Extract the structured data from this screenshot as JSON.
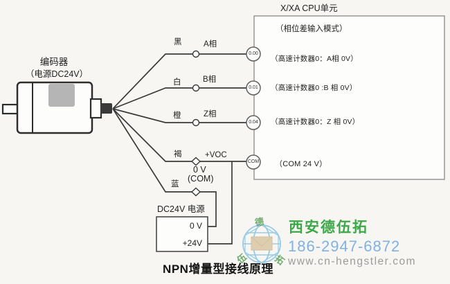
{
  "title": "NPN增量型接线原理",
  "encoder": {
    "label": "编码器",
    "power": "（电源DC24V）"
  },
  "cpu": {
    "title": "X/XA CPU单元",
    "mode": "（相位差输入模式）",
    "terminals": [
      {
        "id": "0.00",
        "desc": "（高速计数器0：A相 0V）"
      },
      {
        "id": "0.01",
        "desc": "（高速计数器0 :B 相 0V）"
      },
      {
        "id": "0.04",
        "desc": "（高速计数器0：Z 相 0V）"
      },
      {
        "id": "COM",
        "desc": "（COM 24 V）"
      }
    ]
  },
  "wires": [
    {
      "color": "黑",
      "signal": "A相"
    },
    {
      "color": "白",
      "signal": "B相"
    },
    {
      "color": "橙",
      "signal": "Z相"
    },
    {
      "color": "褐",
      "signal": "+VOC"
    },
    {
      "color": "蓝",
      "signal_line1": "0 V",
      "signal_line2": "(COM)"
    }
  ],
  "power_supply": {
    "label": "DC24V 电源",
    "terminals": [
      "0 V",
      "+24V"
    ]
  },
  "watermark": {
    "brand": "西安德伍拓",
    "phone": "186-2947-6872",
    "url": "www.cn-hengstler.com",
    "logo_chars": [
      "德",
      "伍",
      "拓"
    ],
    "colors": {
      "brand_green": "#3da849",
      "phone_blue": "#7fb2e2",
      "url_gray": "#9b9b9b",
      "globe_blue": "#8cc6e4",
      "envelope_tan": "#dcc9a8"
    }
  }
}
